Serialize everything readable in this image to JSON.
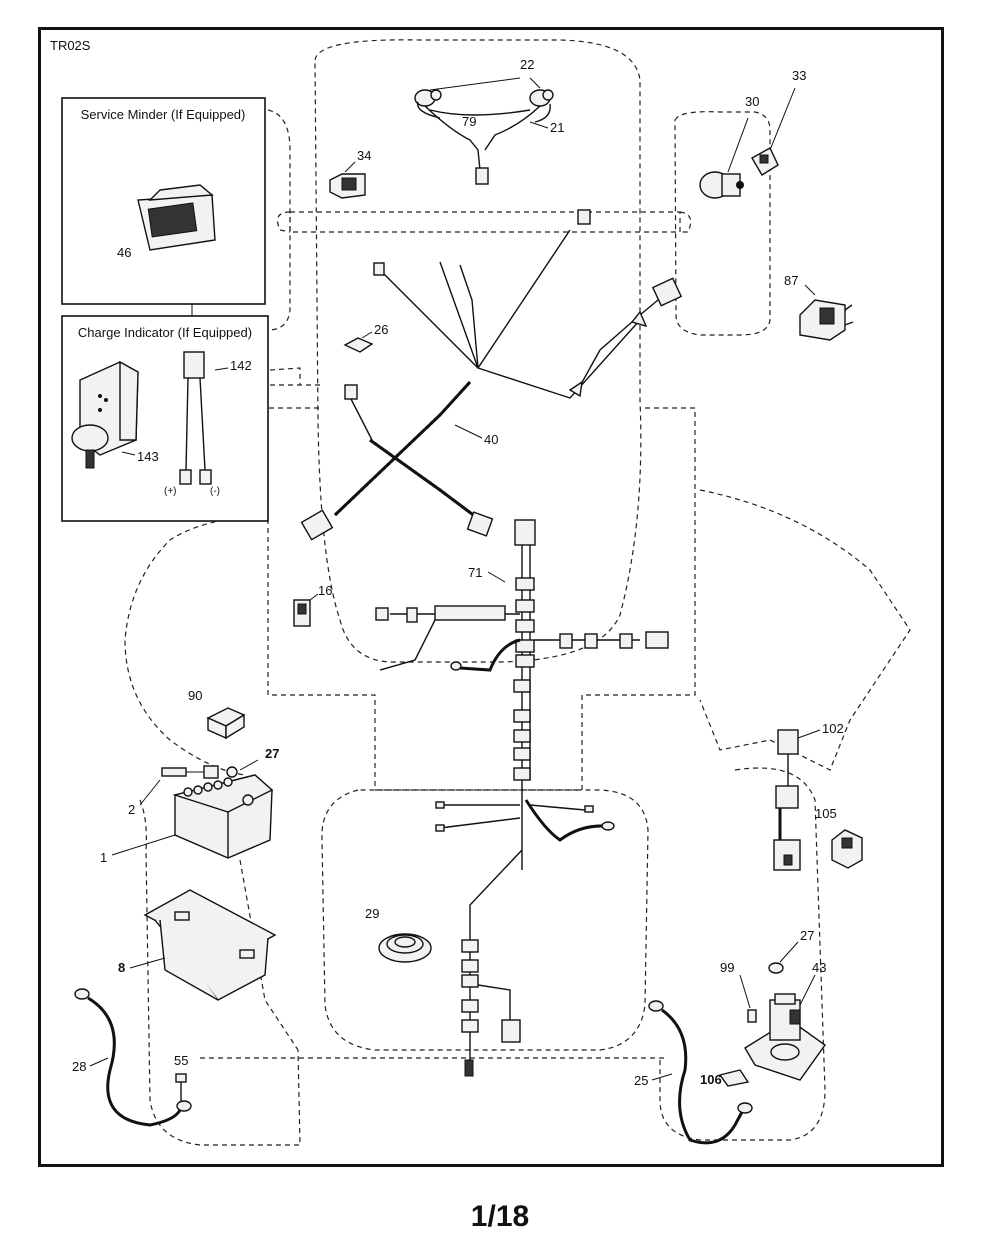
{
  "diagram_code": "TR02S",
  "page_number": "1/18",
  "boxes": {
    "service_minder": "Service Minder (If Equipped)",
    "charge_indicator": "Charge Indicator (If Equipped)",
    "polarity_positive": "(+)",
    "polarity_negative": "(-)"
  },
  "callouts": {
    "p22": "22",
    "p79": "79",
    "p21": "21",
    "p34": "34",
    "p30": "30",
    "p33": "33",
    "p87": "87",
    "p46": "46",
    "p26": "26",
    "p142": "142",
    "p143": "143",
    "p40": "40",
    "p16": "16",
    "p71": "71",
    "p90": "90",
    "p27a": "27",
    "p2": "2",
    "p1": "1",
    "p102": "102",
    "p105": "105",
    "p29": "29",
    "p8": "8",
    "p27b": "27",
    "p43": "43",
    "p99": "99",
    "p28": "28",
    "p55": "55",
    "p106": "106",
    "p25": "25"
  }
}
